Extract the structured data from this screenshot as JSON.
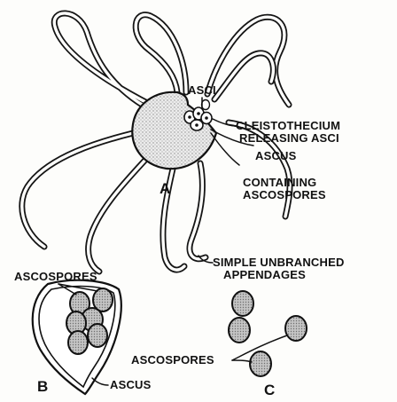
{
  "labels": {
    "asci": "ASCI",
    "cleistothecium_line1": "CLEISTOTHECIUM",
    "cleistothecium_line2": "RELEASING ASCI",
    "ascus_top": "ASCUS",
    "containing_line1": "CONTAINING",
    "containing_line2": "ASCOSPORES",
    "figure_a": "A",
    "appendages_line1": "SIMPLE  UNBRANCHED",
    "appendages_line2": "APPENDAGES",
    "ascospores_left": "ASCOSPORES",
    "figure_b": "B",
    "ascus_bottom": "ASCUS",
    "ascospores_right": "ASCOSPORES",
    "figure_c": "C"
  },
  "colors": {
    "ink": "#111111",
    "paper": "#fdfdfb",
    "spore_fill": "#b9b9b9"
  }
}
